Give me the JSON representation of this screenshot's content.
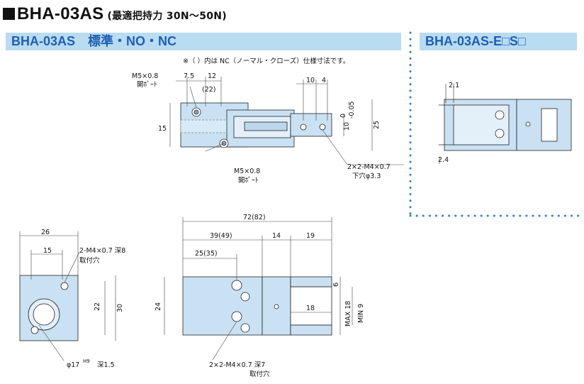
{
  "header": {
    "model": "BHA-03AS",
    "subtitle": "(最適把持力 30N～50N)"
  },
  "bars": {
    "left": "BHA-03AS　標準・NO・NC",
    "right": "BHA-03AS-E□S□"
  },
  "note": "※（  ）内は NC（ノーマル・クローズ）仕様寸法です。",
  "top_view": {
    "m5": "M5×0.8",
    "port": "開ﾎﾟｰﾄ",
    "d75": "7.5",
    "d12": "12",
    "d22": "(22)",
    "d10": "10",
    "d4": "4",
    "d15": "15",
    "d10tol": "10",
    "tol0": "0",
    "tol05": "-0.05",
    "d25": "25",
    "m5b": "M5×0.8",
    "portb": "開ﾎﾟｰﾄ",
    "m4": "2×2-M4×0.7",
    "hole": "下穴φ3.3"
  },
  "right_view": {
    "d21": "2.1",
    "d24": "2.4"
  },
  "end_view": {
    "d26": "26",
    "d15": "15",
    "tap": "2-M4×0.7 深8",
    "tap2": "取付穴",
    "d22": "22",
    "d30": "30",
    "bore": "φ17",
    "h9": "H9",
    "depth": "深1.5"
  },
  "side_view": {
    "d72": "72(82)",
    "d39": "39(49)",
    "d14": "14",
    "d19": "19",
    "d25": "25(35)",
    "d24": "24",
    "d18": "18",
    "d6": "6",
    "max": "MAX 18",
    "min": "MIN 9",
    "m4": "2×2-M4×0.7 深7",
    "m4b": "取付穴"
  },
  "colors": {
    "body": "#c9e1f2",
    "bar": "#b9dcf3",
    "accent": "#1f5fb0",
    "dots": "#2f7fd0"
  }
}
